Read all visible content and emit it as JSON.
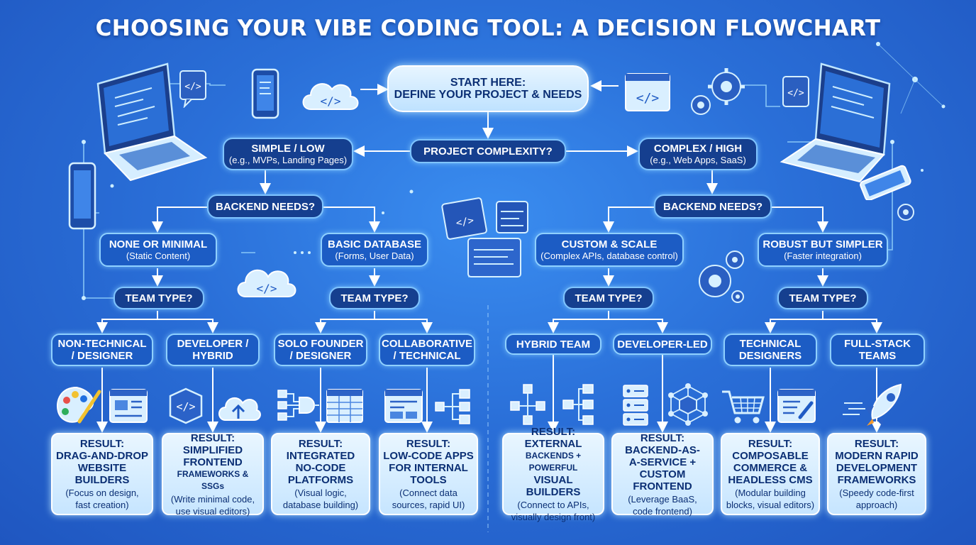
{
  "title": "CHOOSING YOUR VIBE CODING TOOL: A DECISION FLOWCHART",
  "colors": {
    "accent": "#7fc4ff",
    "node_dark": "#153f8f",
    "result_bg": "#c6e5ff",
    "result_text": "#0b2f74"
  },
  "start": {
    "line1": "START HERE:",
    "line2": "DEFINE YOUR PROJECT & NEEDS"
  },
  "complexity": {
    "question": "PROJECT COMPLEXITY?"
  },
  "simple": {
    "label": "SIMPLE / LOW",
    "sub": "(e.g., MVPs, Landing Pages)"
  },
  "complex": {
    "label": "COMPLEX / HIGH",
    "sub": "(e.g., Web Apps, SaaS)"
  },
  "backend_left": {
    "question": "BACKEND NEEDS?"
  },
  "backend_right": {
    "question": "BACKEND NEEDS?"
  },
  "backends": [
    {
      "label": "NONE OR MINIMAL",
      "sub": "(Static Content)"
    },
    {
      "label": "BASIC DATABASE",
      "sub": "(Forms, User Data)"
    },
    {
      "label": "CUSTOM & SCALE",
      "sub": "(Complex APIs, database control)"
    },
    {
      "label": "ROBUST BUT SIMPLER",
      "sub": "(Faster integration)"
    }
  ],
  "team_question": "TEAM TYPE?",
  "teams": [
    {
      "line1": "NON-TECHNICAL",
      "line2": "/ DESIGNER"
    },
    {
      "line1": "DEVELOPER /",
      "line2": "HYBRID"
    },
    {
      "line1": "SOLO FOUNDER",
      "line2": "/ DESIGNER"
    },
    {
      "line1": "COLLABORATIVE",
      "line2": "/ TECHNICAL"
    },
    {
      "line1": "HYBRID TEAM",
      "line2": ""
    },
    {
      "line1": "DEVELOPER-LED",
      "line2": ""
    },
    {
      "line1": "TECHNICAL",
      "line2": "DESIGNERS"
    },
    {
      "line1": "FULL-STACK",
      "line2": "TEAMS"
    }
  ],
  "result_label": "RESULT:",
  "results": [
    {
      "title": [
        "DRAG-AND-DROP",
        "WEBSITE",
        "BUILDERS"
      ],
      "desc": [
        "(Focus on design,",
        "fast creation)"
      ]
    },
    {
      "title": [
        "SIMPLIFIED",
        "FRONTEND",
        "FRAMEWORKS & SSGs"
      ],
      "desc": [
        "(Write minimal code,",
        "use visual editors)"
      ]
    },
    {
      "title": [
        "INTEGRATED",
        "NO-CODE",
        "PLATFORMS"
      ],
      "desc": [
        "(Visual logic,",
        "database building)"
      ]
    },
    {
      "title": [
        "LOW-CODE APPS",
        "FOR INTERNAL",
        "TOOLS"
      ],
      "desc": [
        "(Connect data",
        "sources, rapid UI)"
      ]
    },
    {
      "title": [
        "EXTERNAL",
        "BACKENDS + POWERFUL",
        "VISUAL BUILDERS"
      ],
      "desc": [
        "(Connect to APIs,",
        "visually design front)"
      ]
    },
    {
      "title": [
        "BACKEND-AS-",
        "A-SERVICE +",
        "CUSTOM FRONTEND"
      ],
      "desc": [
        "(Leverage BaaS,",
        "code frontend)"
      ]
    },
    {
      "title": [
        "COMPOSABLE",
        "COMMERCE &",
        "HEADLESS CMS"
      ],
      "desc": [
        "(Modular building",
        "blocks, visual editors)"
      ]
    },
    {
      "title": [
        "MODERN RAPID",
        "DEVELOPMENT",
        "FRAMEWORKS"
      ],
      "desc": [
        "(Speedy code-first",
        "approach)"
      ]
    }
  ],
  "icons": [
    "laptop-icon",
    "code-chat-icon",
    "smartphone-icon",
    "cloud-code-icon",
    "browser-code-icon",
    "gears-icon",
    "palette-icon",
    "web-layout-icon",
    "cloud-upload-icon",
    "flow-gate-icon",
    "table-grid-icon",
    "hierarchy-icon",
    "server-stack-icon",
    "network-cube-icon",
    "shopping-cart-icon",
    "edit-layout-icon",
    "rocket-icon"
  ]
}
